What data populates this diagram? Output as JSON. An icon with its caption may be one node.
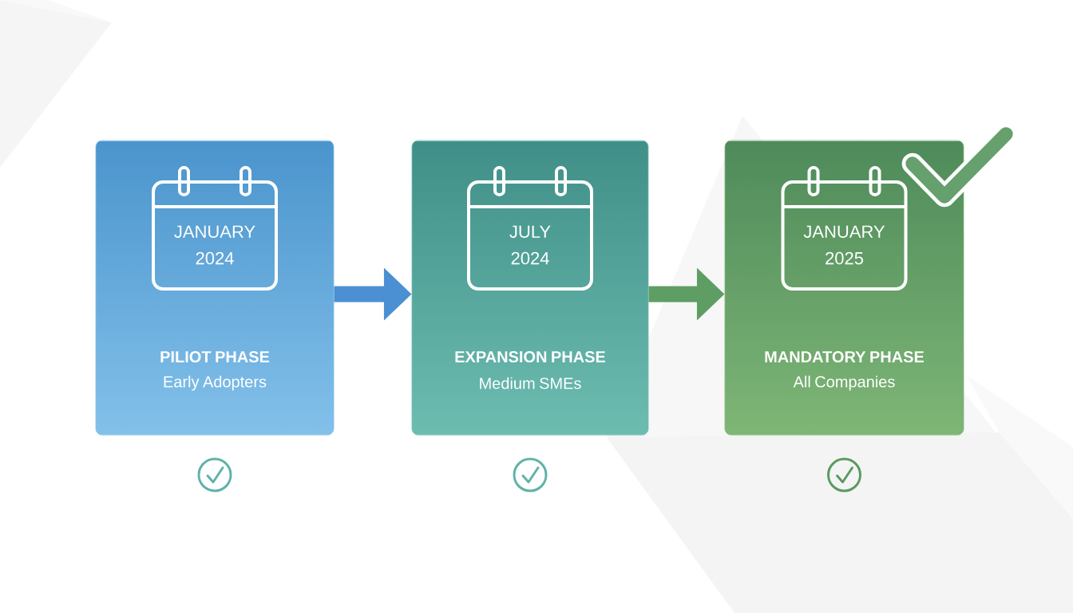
{
  "diagram": {
    "nodes": [
      {
        "text": [
          "PILIOT PHASE",
          "Early Adopters"
        ]
      },
      {
        "text": [
          "JANUARY 2024"
        ],
        "in": 0
      },
      {
        "text": [
          "EXPANSION PHASE",
          "Medium SMEs"
        ]
      },
      {
        "text": [
          "JULY 2024"
        ],
        "in": 2
      },
      {
        "text": [
          "MANDATORY PHASE",
          "All Companies"
        ]
      },
      {
        "text": [
          "JANUARY 2025"
        ],
        "in": 4
      }
    ],
    "edges": [
      {
        "from": 0,
        "to": 2,
        "arrow": "to",
        "color": "#4a90d2"
      },
      {
        "from": 2,
        "to": 4,
        "arrow": "to",
        "color": "#5e9e64"
      }
    ]
  }
}
